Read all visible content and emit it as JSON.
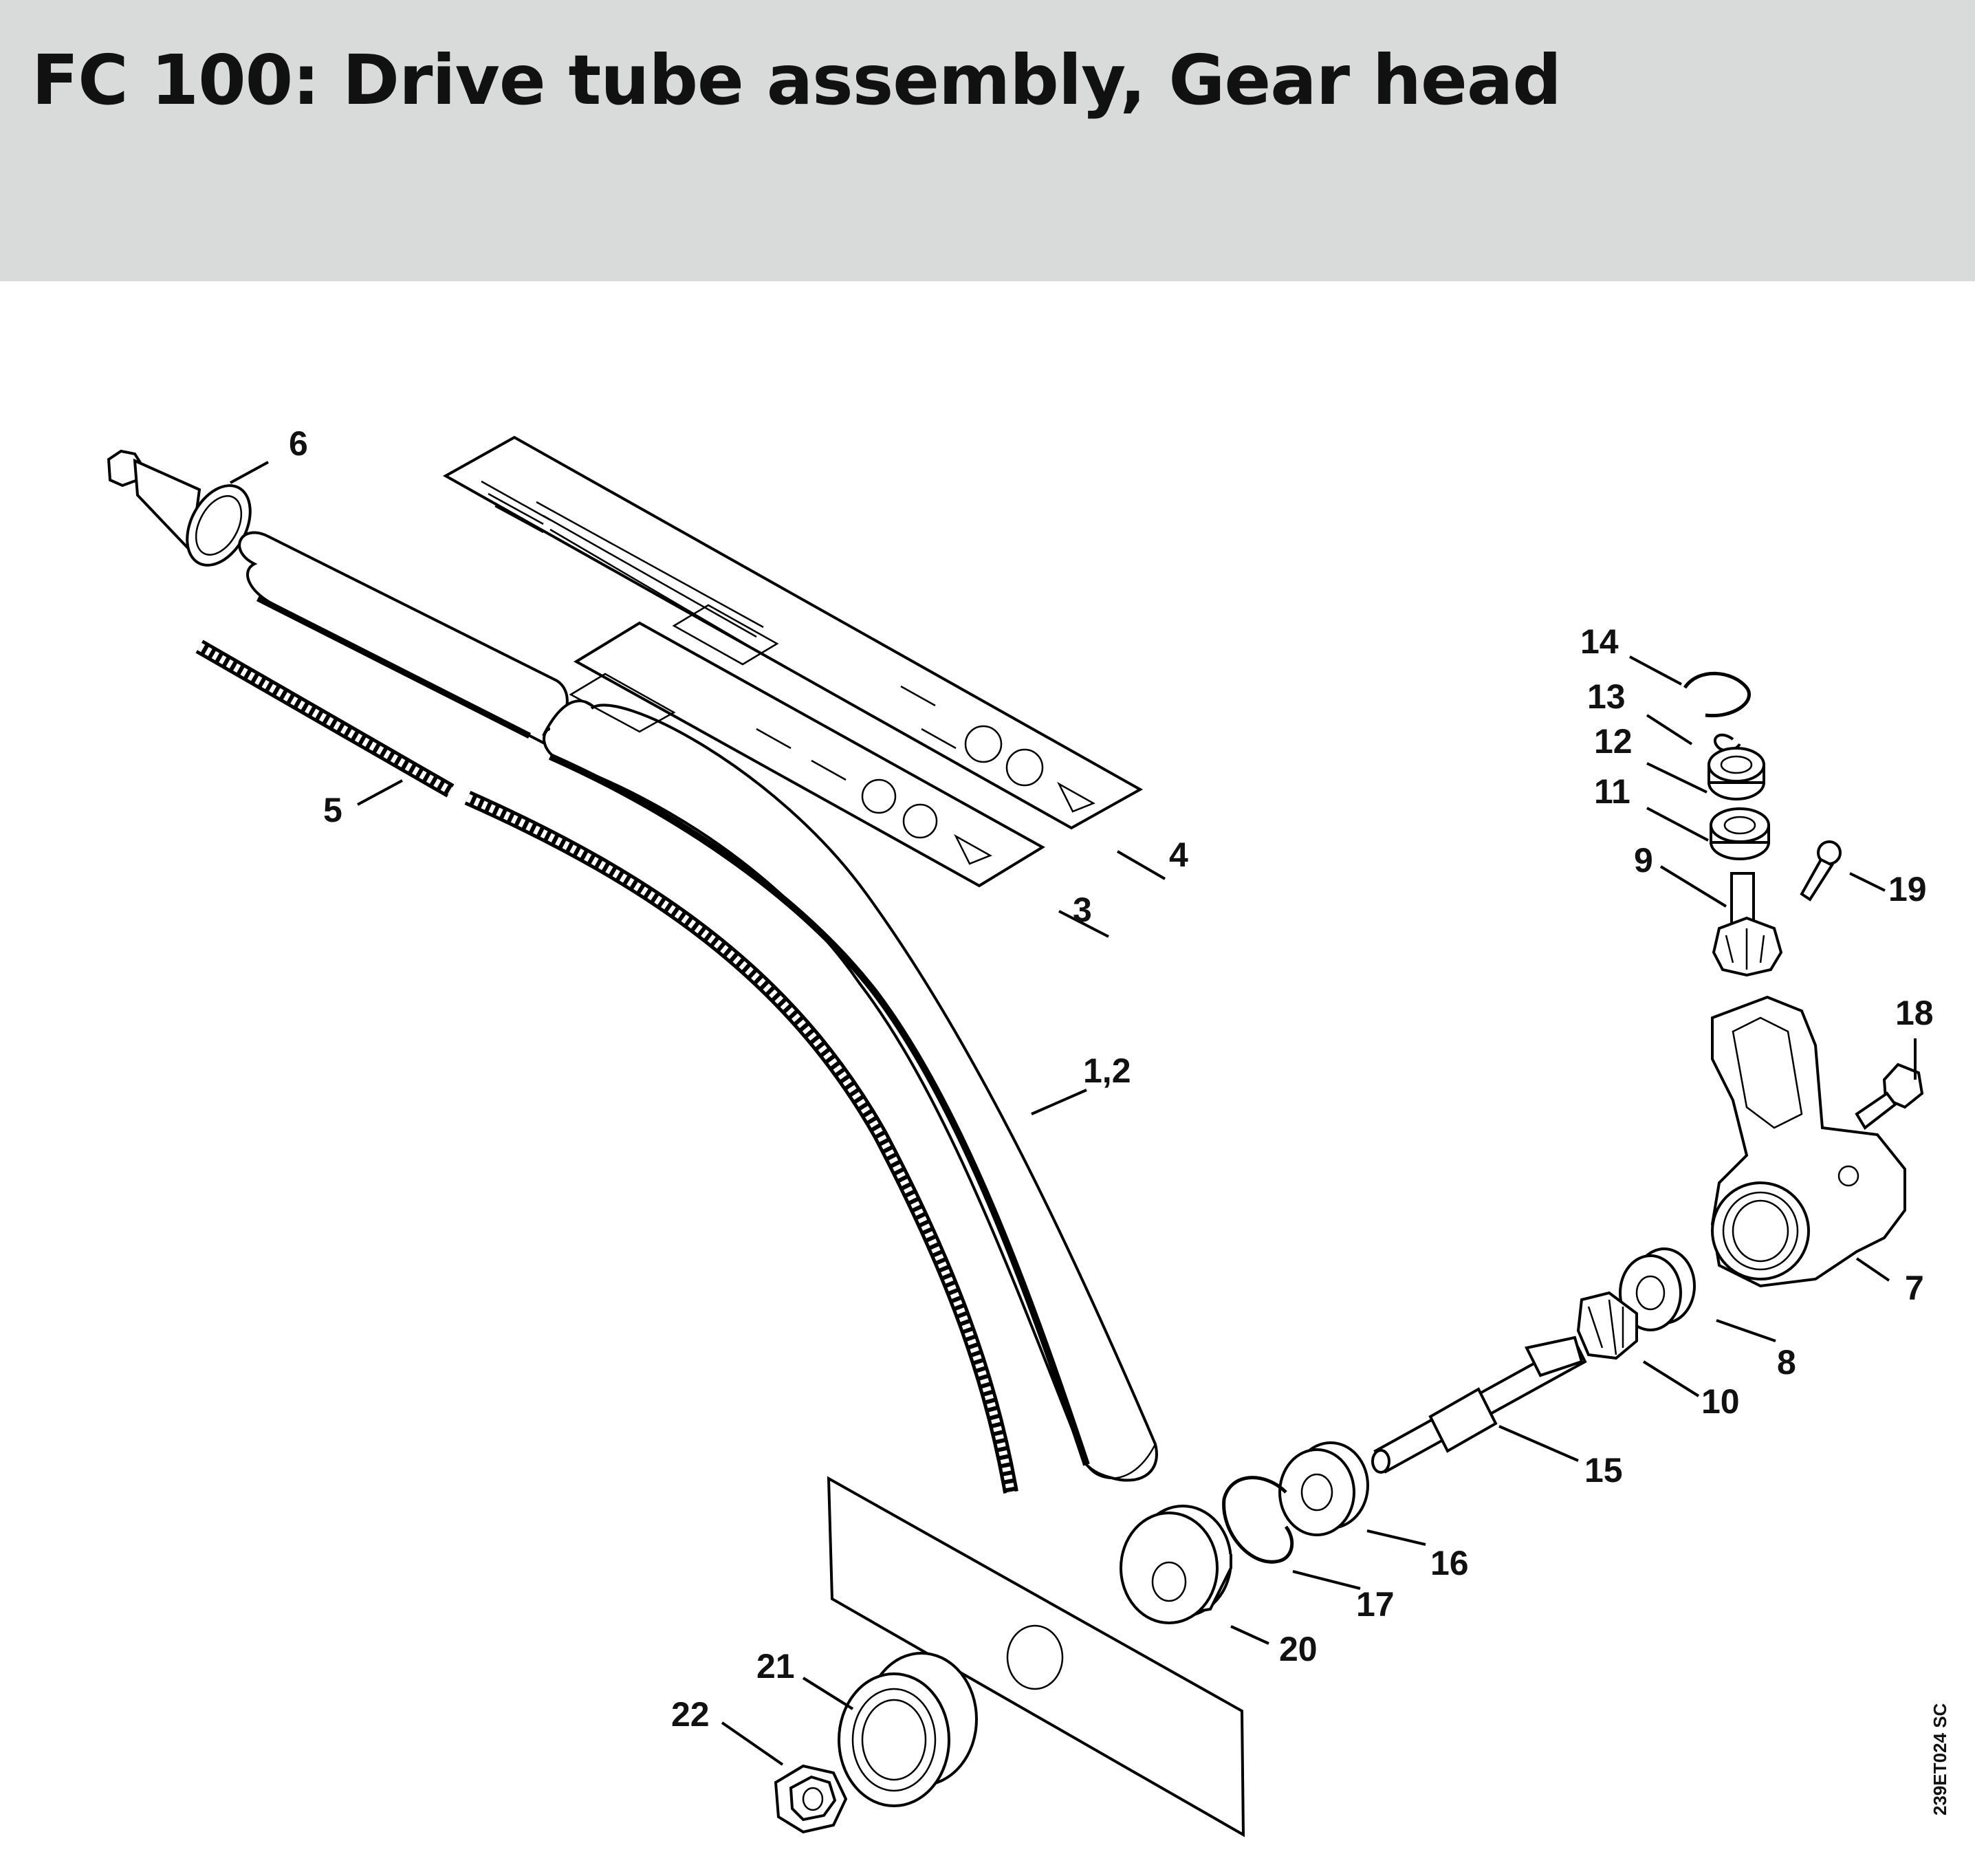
{
  "title": "FC 100: Drive tube assembly, Gear head",
  "figure_ref": "239ET024 SC",
  "callouts": {
    "c1_2": "1,2",
    "c3": "3",
    "c4": "4",
    "c5": "5",
    "c6": "6",
    "c7": "7",
    "c8": "8",
    "c9": "9",
    "c10": "10",
    "c11": "11",
    "c12": "12",
    "c13": "13",
    "c14": "14",
    "c15": "15",
    "c16": "16",
    "c17": "17",
    "c18": "18",
    "c19": "19",
    "c20": "20",
    "c21": "21",
    "c22": "22"
  },
  "colors": {
    "header_bg": "#d9dbda",
    "line": "#000000",
    "text": "#111111"
  }
}
